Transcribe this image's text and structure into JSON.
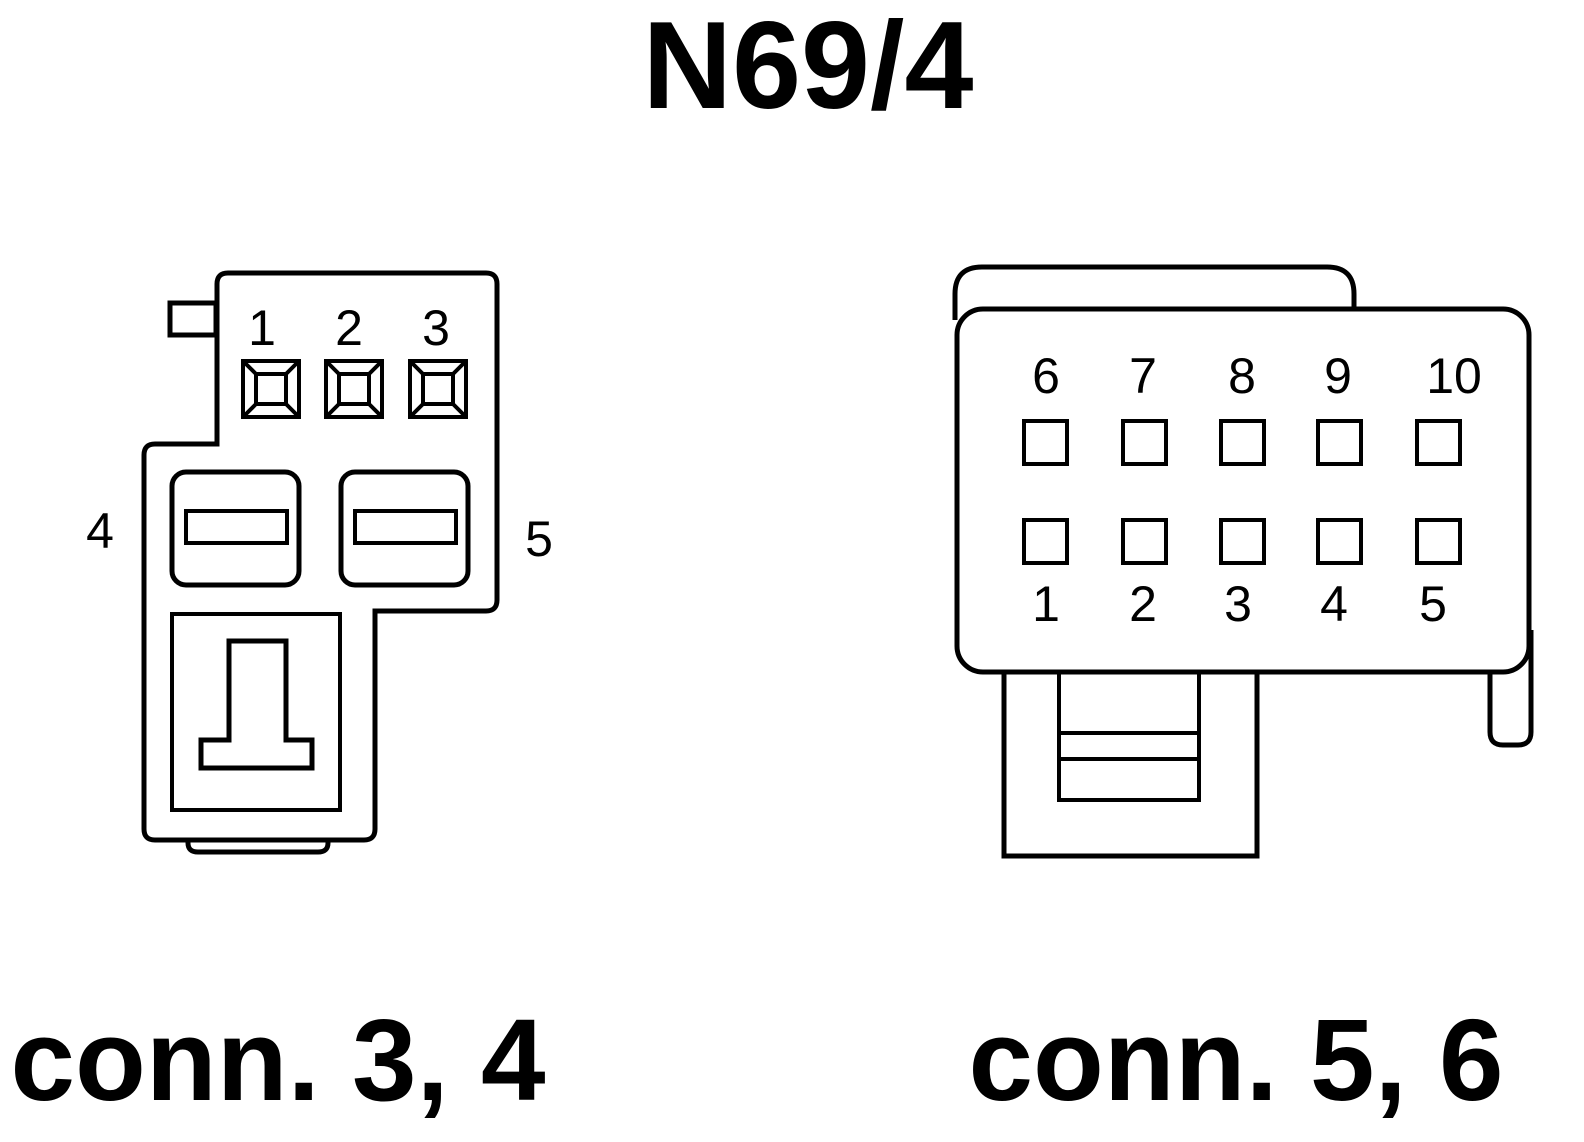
{
  "title": "N69/4",
  "connector_left": {
    "caption": "conn. 3, 4",
    "top_pins": [
      "1",
      "2",
      "3"
    ],
    "side_pins": [
      "4",
      "5"
    ]
  },
  "connector_right": {
    "caption": "conn. 5, 6",
    "top_row_pins": [
      "6",
      "7",
      "8",
      "9",
      "10"
    ],
    "bottom_row_pins": [
      "1",
      "2",
      "3",
      "4",
      "5"
    ]
  },
  "colors": {
    "line": "#000000",
    "background": "#ffffff"
  }
}
